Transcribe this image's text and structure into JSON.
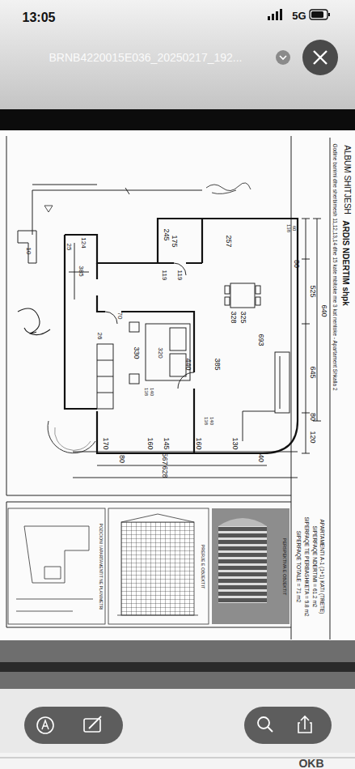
{
  "diagram": {
    "labels": [
      "13:05",
      "5G",
      "BRNB4220015E036_20250217_192...",
      "ALBUM SHITJESH",
      "ARDIS NDERTIM shpk",
      "Godine banimi dhe sherbimesh 11,12,13,14 dhe 15 kate mbitoke me 3 kat nentoke - Apartament Shkalla 2",
      "640",
      "80",
      "525",
      "645",
      "80",
      "120",
      "60",
      "138",
      "257",
      "175",
      "245",
      "119",
      "119",
      "124",
      "385",
      "25",
      "26",
      "70",
      "10",
      "325",
      "328",
      "693",
      "330",
      "320",
      "385",
      "440",
      "140",
      "138",
      "140",
      "138",
      "170",
      "80",
      "160",
      "145",
      "160",
      "130",
      "40",
      "567",
      "628",
      "APARTAMENTI A-1 (1+1) KATI (TRETE)",
      "SIPERFAQE NDERTIMI = 61.2 m2",
      "SIPERFAQE TE PERBASHKETA = 9.8 m2",
      "SIPERFAQE TOTALE = 71 m2",
      "PERSPEKTIVA E OBJEKTIT",
      "PRERJE E OBJEKTIT",
      "POZICIONI I APARTAMENTIT NE PLANIMETRI",
      "OKB"
    ]
  }
}
